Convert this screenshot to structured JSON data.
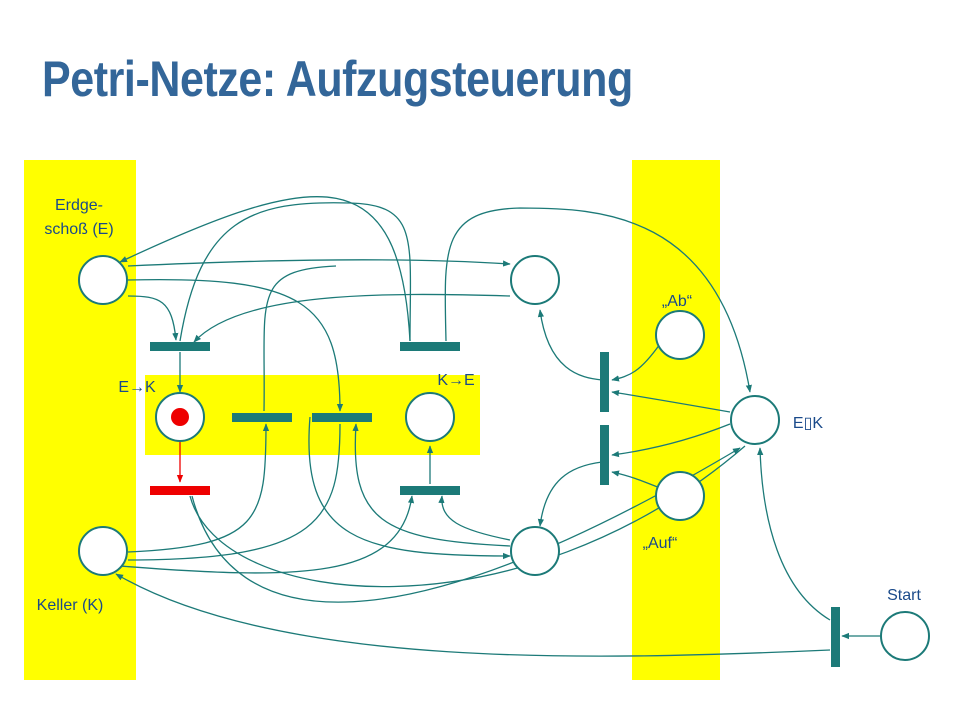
{
  "slide": {
    "title": "Petri-Netze: Aufzugsteuerung"
  },
  "colors": {
    "title": "#336699",
    "band": "#FFFF00",
    "net": "#1C7A78",
    "place_stroke": "#1C7A78",
    "token": "#EE0000",
    "active_transition": "#EE0000",
    "label": "#1A4A8A"
  },
  "labels": {
    "ground_floor_line1": "Erdge-",
    "ground_floor_line2": "schoß (E)",
    "basement": "Keller (K)",
    "e_to_k": "E→K",
    "k_to_e": "K→E",
    "down_request": "„Ab“",
    "up_request": "„Auf“",
    "e_k_request": "E▯K",
    "start": "Start"
  },
  "net": {
    "places": [
      "ground-floor-place",
      "basement-place",
      "moving-e-to-k-place",
      "moving-k-to-e-place",
      "ground-floor-ready-place",
      "basement-ready-place",
      "down-request-place",
      "up-request-place",
      "request-place",
      "start-place"
    ],
    "tokens": [
      {
        "place": "moving-e-to-k-place",
        "count": 1
      }
    ],
    "active_transitions": [
      "arrive-basement-transition"
    ]
  }
}
